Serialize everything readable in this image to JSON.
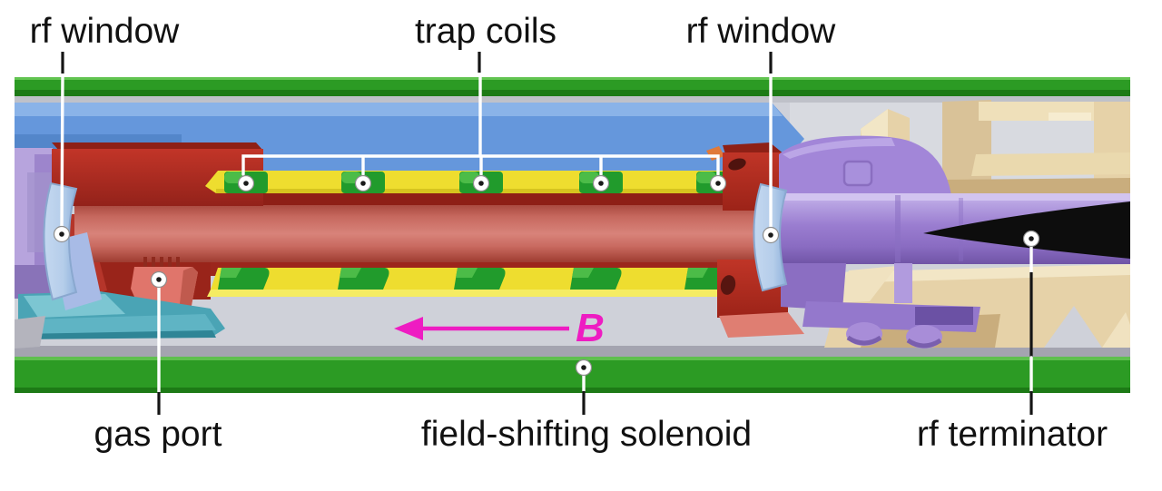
{
  "figure": {
    "type": "3d cutaway apparatus diagram",
    "description": "Cutaway rendering of a cylindrical rf plasma trap inside a field-shifting solenoid"
  },
  "labels": {
    "rf_window_left": "rf window",
    "trap_coils": "trap coils",
    "rf_window_right": "rf window",
    "gas_port": "gas port",
    "field_shifting_solenoid": "field-shifting solenoid",
    "rf_terminator": "rf terminator",
    "b_field": "B"
  },
  "palette": {
    "solenoid_green": "#2c9b24",
    "solenoid_green_dark": "#1d7a16",
    "solenoid_green_light": "#62c451",
    "chamber_gray": "#cfd1d9",
    "chamber_blue": "#6597dc",
    "chamber_blue_light": "#8ab3e8",
    "coil_yellow": "#eedd2f",
    "coil_green": "#219b2c",
    "coil_green_light": "#4cbc48",
    "electrode_red": "#c03527",
    "plasma_salmon": "#d8837a",
    "window_blue": "#b5cdea",
    "tube_purple": "#9a7dd0",
    "support_teal": "#4aa4b5",
    "mount_tan": "#e6d2a8",
    "gas_port_salmon": "#e0756b",
    "field_magenta": "#ee1cc2",
    "terminator_black": "#0d0d0d",
    "callout_white": "#ffffff",
    "label_black": "#111111"
  }
}
